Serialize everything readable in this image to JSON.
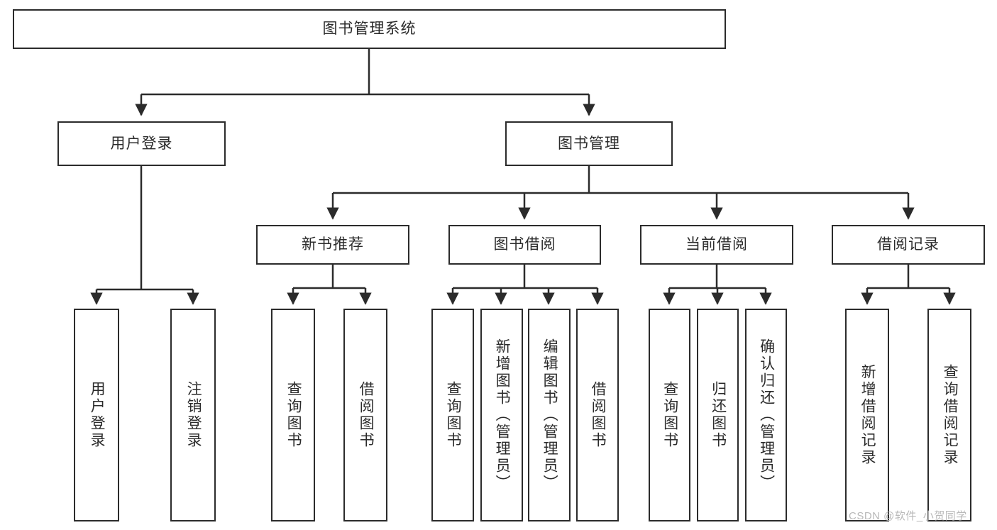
{
  "diagram": {
    "title": "图书管理系统",
    "type": "hierarchy-tree",
    "root": {
      "label": "图书管理系统"
    },
    "level1": [
      {
        "label": "用户登录"
      },
      {
        "label": "图书管理"
      }
    ],
    "level2": [
      {
        "label": "新书推荐"
      },
      {
        "label": "图书借阅"
      },
      {
        "label": "当前借阅"
      },
      {
        "label": "借阅记录"
      }
    ],
    "leaves": {
      "user_login": [
        {
          "label": "用户登录"
        },
        {
          "label": "注销登录"
        }
      ],
      "new_book_recommend": [
        {
          "label": "查询图书"
        },
        {
          "label": "借阅图书"
        }
      ],
      "book_borrow": [
        {
          "label": "查询图书"
        },
        {
          "label": "新增图书（管理员）"
        },
        {
          "label": "编辑图书（管理员）"
        },
        {
          "label": "借阅图书"
        }
      ],
      "current_borrow": [
        {
          "label": "查询图书"
        },
        {
          "label": "归还图书"
        },
        {
          "label": "确认归还（管理员）"
        }
      ],
      "borrow_record": [
        {
          "label": "新增借阅记录"
        },
        {
          "label": "查询借阅记录"
        }
      ]
    }
  },
  "watermark": {
    "text": "CSDN @软件_小贺同学"
  },
  "colors": {
    "stroke": "#2b2b2b",
    "fill": "#ffffff",
    "text": "#2b2b2b",
    "watermark": "#b8b8b8"
  }
}
